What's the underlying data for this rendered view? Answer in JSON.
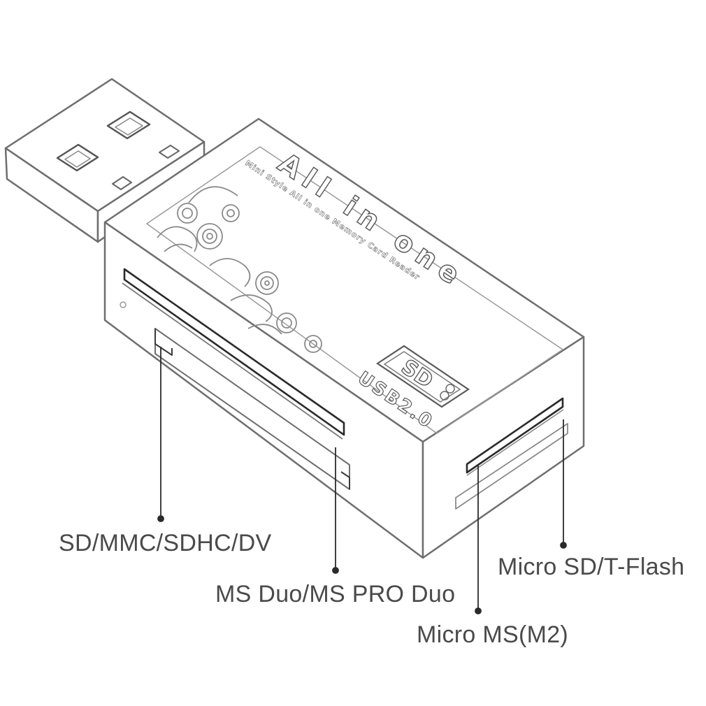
{
  "product": {
    "brand_text": "All in one",
    "tagline": "Mini Style All in one Memory Card Reader",
    "badge_text": "USB2.0",
    "badge_logo": "sd-logo-icon"
  },
  "callouts": [
    {
      "id": "sd",
      "text": "SD/MMC/SDHC/DV"
    },
    {
      "id": "ms",
      "text": "MS Duo/MS PRO Duo"
    },
    {
      "id": "msd",
      "text": "Micro SD/T-Flash"
    },
    {
      "id": "m2",
      "text": "Micro MS(M2)"
    }
  ],
  "colors": {
    "line": "#2a2a2a",
    "outline": "#6e6e6e",
    "text": "#4a4a4a",
    "background": "#ffffff"
  }
}
